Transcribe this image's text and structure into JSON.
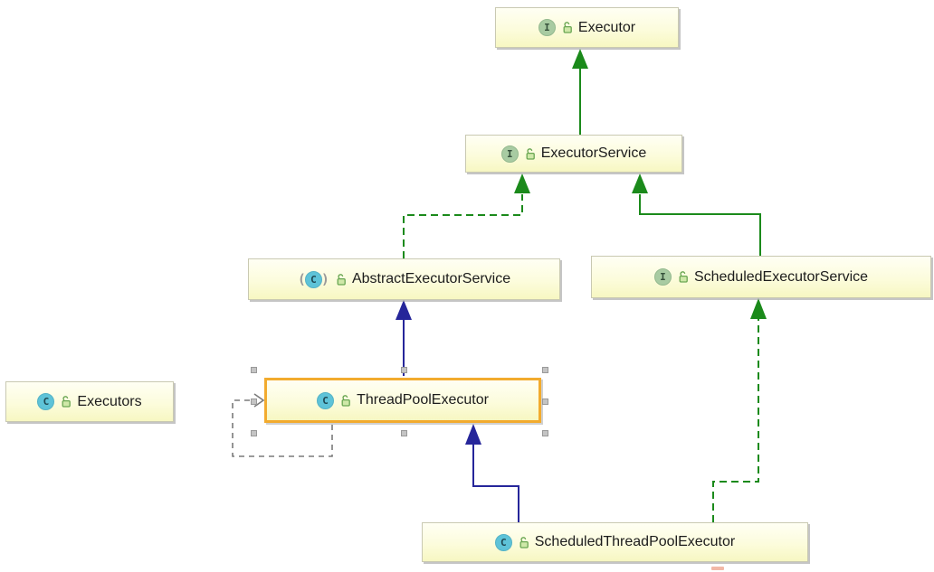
{
  "diagram_type": "uml-class-diagram",
  "nodes": {
    "executor": {
      "label": "Executor",
      "type": "interface",
      "visibility": "public"
    },
    "executor_service": {
      "label": "ExecutorService",
      "type": "interface",
      "visibility": "public"
    },
    "abstract_executor_service": {
      "label": "AbstractExecutorService",
      "type": "abstract-class",
      "visibility": "public"
    },
    "scheduled_executor_service": {
      "label": "ScheduledExecutorService",
      "type": "interface",
      "visibility": "public"
    },
    "thread_pool_executor": {
      "label": "ThreadPoolExecutor",
      "type": "class",
      "visibility": "public",
      "selected": true
    },
    "executors": {
      "label": "Executors",
      "type": "class",
      "visibility": "public"
    },
    "scheduled_thread_pool_executor": {
      "label": "ScheduledThreadPoolExecutor",
      "type": "class",
      "visibility": "public"
    }
  },
  "edges": [
    {
      "from": "ExecutorService",
      "to": "Executor",
      "relation": "extends",
      "line": "solid",
      "color": "#1b8a1b"
    },
    {
      "from": "AbstractExecutorService",
      "to": "ExecutorService",
      "relation": "implements",
      "line": "dashed",
      "color": "#1b8a1b"
    },
    {
      "from": "ScheduledExecutorService",
      "to": "ExecutorService",
      "relation": "extends",
      "line": "solid",
      "color": "#1b8a1b"
    },
    {
      "from": "ThreadPoolExecutor",
      "to": "AbstractExecutorService",
      "relation": "extends",
      "line": "solid",
      "color": "#26269a"
    },
    {
      "from": "ScheduledThreadPoolExecutor",
      "to": "ThreadPoolExecutor",
      "relation": "extends",
      "line": "solid",
      "color": "#26269a"
    },
    {
      "from": "ScheduledThreadPoolExecutor",
      "to": "ScheduledExecutorService",
      "relation": "implements",
      "line": "dashed",
      "color": "#1b8a1b"
    },
    {
      "from": "ThreadPoolExecutor",
      "to": "ThreadPoolExecutor",
      "relation": "dependency",
      "line": "dashed",
      "color": "#7a7a7a"
    }
  ],
  "icons": {
    "interface_letter": "I",
    "class_letter": "C",
    "lock_meaning": "public-unlocked"
  },
  "colors": {
    "node_fill_top": "#fffff4",
    "node_fill_bottom": "#f7f7c2",
    "node_border": "#c9c9b2",
    "selection_border": "#f2ab2e",
    "interface_icon": "#a8cba2",
    "class_icon": "#5ec3d8",
    "extends_interface_green": "#1b8a1b",
    "extends_class_navy": "#26269a",
    "dependency_gray": "#7a7a7a"
  }
}
